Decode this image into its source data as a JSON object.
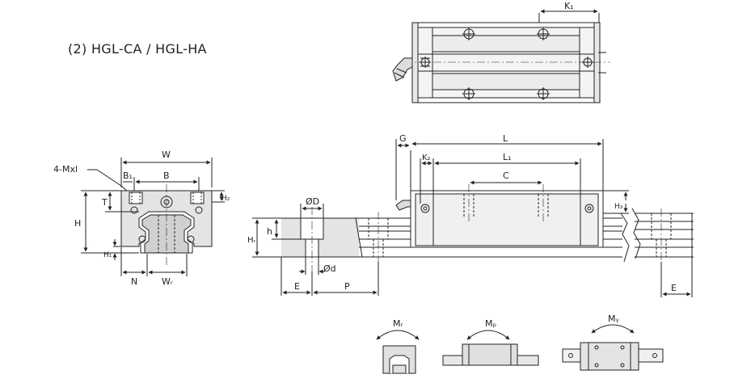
{
  "title": "(2) HGL-CA / HGL-HA",
  "labels": {
    "k1": "K₁",
    "w": "W",
    "mxl": "4-Mxl",
    "b1": "B₁",
    "b": "B",
    "t": "T",
    "h": "H",
    "h2": "H₂",
    "h1": "H₁",
    "n": "N",
    "wr": "Wᵣ",
    "phid": "ØD",
    "hr": "Hᵣ",
    "hsmall": "h",
    "phidsmall": "Ød",
    "e": "E",
    "p": "P",
    "g": "G",
    "l": "L",
    "k2": "K₂",
    "l1": "L₁",
    "c": "C",
    "h3": "H₃",
    "e_right": "E",
    "mr": "Mᵣ",
    "mp": "Mₚ",
    "my": "Mᵧ"
  },
  "colors": {
    "line": "#222222",
    "block_fill": "#d8d8d8",
    "rail_fill": "#e4e4e4",
    "dim": "#333333"
  }
}
